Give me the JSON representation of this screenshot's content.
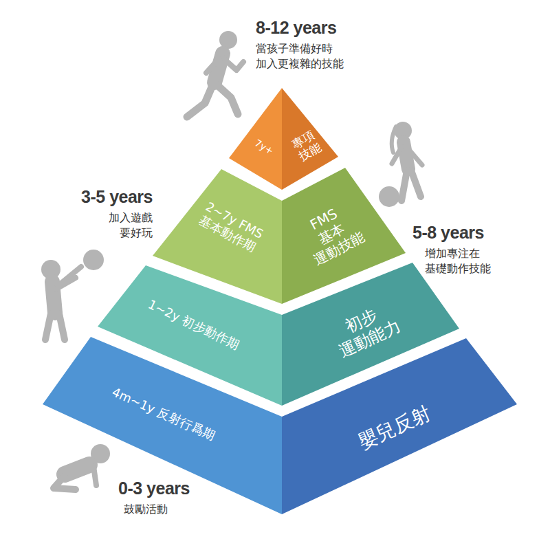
{
  "diagram": {
    "nodes": [
      {
        "text": [
          "7y+"
        ]
      },
      {
        "text": [
          "專項 技能"
        ]
      },
      {
        "text": [
          "2~7y FMS 基本動作期"
        ]
      },
      {
        "text": [
          "FMS 基本 運動技能"
        ]
      },
      {
        "text": [
          "1~2y 初步動作期"
        ]
      },
      {
        "text": [
          "初步 運動能力"
        ]
      },
      {
        "text": [
          "4m~1y 反射行爲期"
        ]
      },
      {
        "text": [
          "嬰兒反射"
        ]
      }
    ],
    "labels": [
      "8-12 years",
      "當孩子準備好時 加入更複雜的技能",
      "3-5 years",
      "加入遊戲 要好玩",
      "5-8 years",
      "增加專注在 基礎動作技能",
      "0-3 years",
      "鼓勵活動"
    ]
  }
}
